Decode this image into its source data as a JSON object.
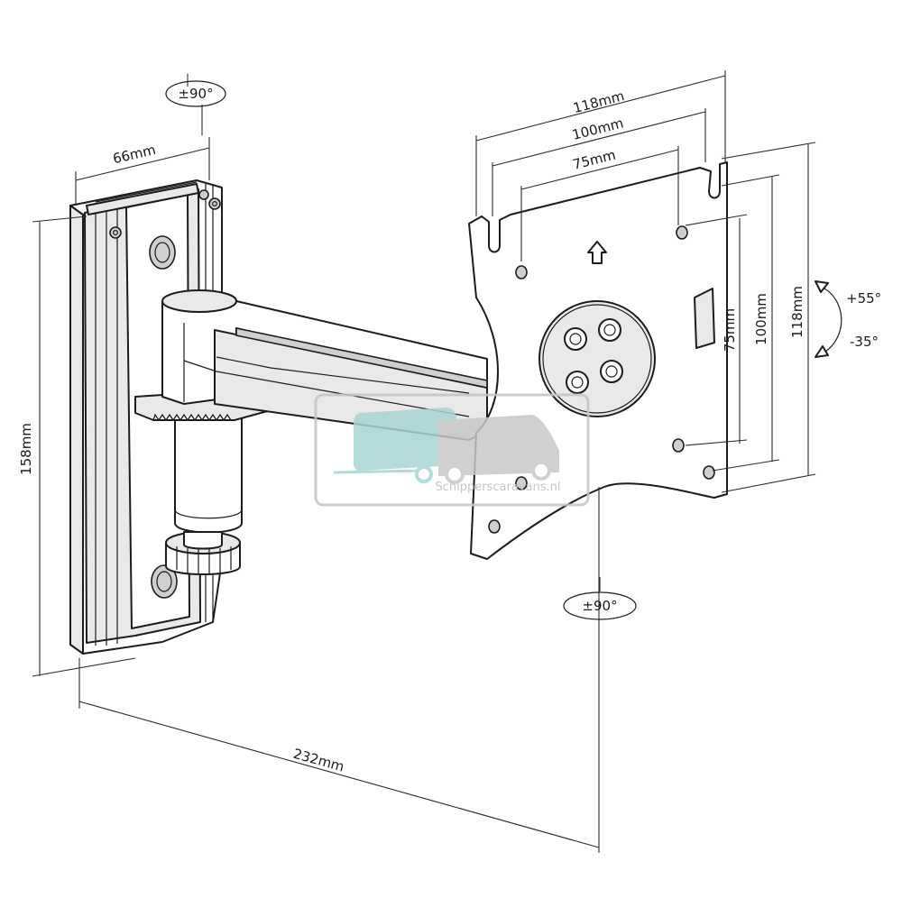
{
  "diagram": {
    "dimensions": {
      "width_66": "66mm",
      "height_158": "158mm",
      "depth_232": "232mm",
      "plate_118_horizontal": "118mm",
      "plate_100_horizontal": "100mm",
      "plate_75_horizontal": "75mm",
      "plate_75_vertical": "75mm",
      "plate_100_vertical": "100mm",
      "plate_118_vertical": "118mm"
    },
    "rotations": {
      "wall_swivel": "±90°",
      "plate_rotate": "±90°",
      "tilt_up": "+55°",
      "tilt_down": "-35°"
    },
    "watermark": {
      "text": "Schipperscaravans.nl",
      "colors": {
        "caravan": "#a8d4d4",
        "van": "#c8c8c8",
        "frame": "#c4c4c4"
      }
    }
  }
}
